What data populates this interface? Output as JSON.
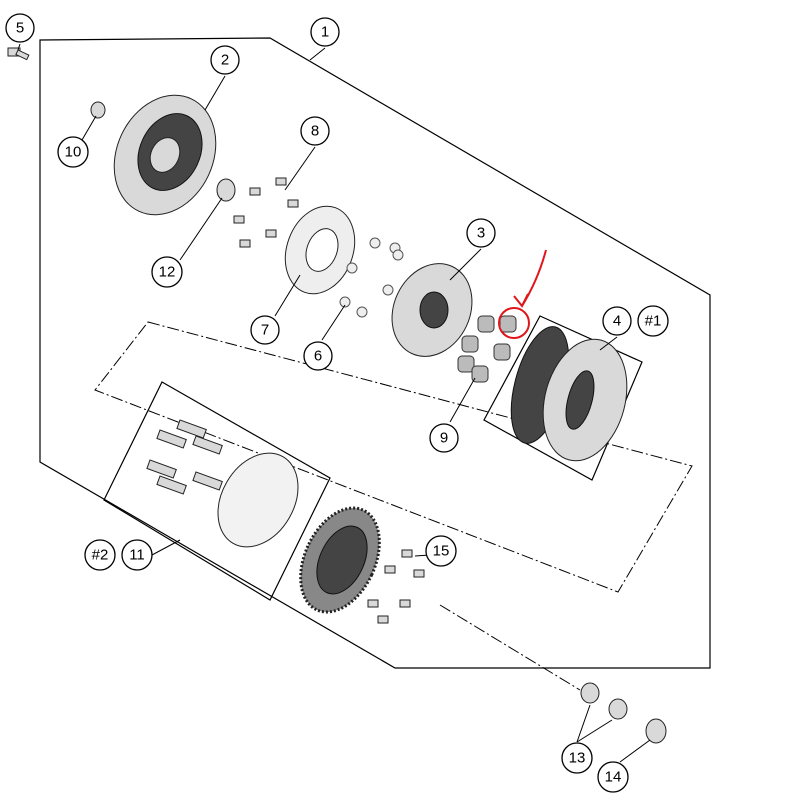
{
  "diagram": {
    "callouts": [
      {
        "id": "callout-1",
        "label": "1"
      },
      {
        "id": "callout-2",
        "label": "2"
      },
      {
        "id": "callout-3",
        "label": "3"
      },
      {
        "id": "callout-4",
        "label": "4"
      },
      {
        "id": "callout-5",
        "label": "5"
      },
      {
        "id": "callout-6",
        "label": "6"
      },
      {
        "id": "callout-7",
        "label": "7"
      },
      {
        "id": "callout-8",
        "label": "8"
      },
      {
        "id": "callout-9",
        "label": "9"
      },
      {
        "id": "callout-10",
        "label": "10"
      },
      {
        "id": "callout-11",
        "label": "11"
      },
      {
        "id": "callout-12",
        "label": "12"
      },
      {
        "id": "callout-13",
        "label": "13"
      },
      {
        "id": "callout-14",
        "label": "14"
      },
      {
        "id": "callout-15",
        "label": "15"
      }
    ],
    "refs": {
      "kit1": "#1",
      "kit2": "#2"
    },
    "highlight_color": "#e0161b"
  }
}
